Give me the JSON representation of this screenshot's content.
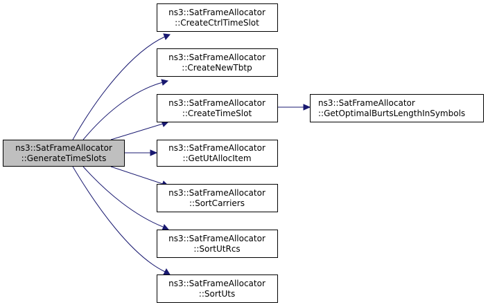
{
  "diagram": {
    "colors": {
      "edge": "#191970",
      "root_fill": "#bfbfbf",
      "node_fill": "#ffffff",
      "border": "#000000"
    },
    "nodes": [
      {
        "id": "root",
        "line1": "ns3::SatFrameAllocator",
        "line2": "::GenerateTimeSlots"
      },
      {
        "id": "n1",
        "line1": "ns3::SatFrameAllocator",
        "line2": "::CreateCtrlTimeSlot"
      },
      {
        "id": "n2",
        "line1": "ns3::SatFrameAllocator",
        "line2": "::CreateNewTbtp"
      },
      {
        "id": "n3",
        "line1": "ns3::SatFrameAllocator",
        "line2": "::CreateTimeSlot"
      },
      {
        "id": "n4",
        "line1": "ns3::SatFrameAllocator",
        "line2": "::GetUtAllocItem"
      },
      {
        "id": "n5",
        "line1": "ns3::SatFrameAllocator",
        "line2": "::SortCarriers"
      },
      {
        "id": "n6",
        "line1": "ns3::SatFrameAllocator",
        "line2": "::SortUtRcs"
      },
      {
        "id": "n7",
        "line1": "ns3::SatFrameAllocator",
        "line2": "::SortUts"
      },
      {
        "id": "n8",
        "line1": "ns3::SatFrameAllocator",
        "line2": "::GetOptimalBurtsLengthInSymbols"
      }
    ],
    "edges": [
      {
        "from": "root",
        "to": "n1"
      },
      {
        "from": "root",
        "to": "n2"
      },
      {
        "from": "root",
        "to": "n3"
      },
      {
        "from": "root",
        "to": "n4"
      },
      {
        "from": "root",
        "to": "n5"
      },
      {
        "from": "root",
        "to": "n6"
      },
      {
        "from": "root",
        "to": "n7"
      },
      {
        "from": "n3",
        "to": "n8"
      }
    ]
  }
}
